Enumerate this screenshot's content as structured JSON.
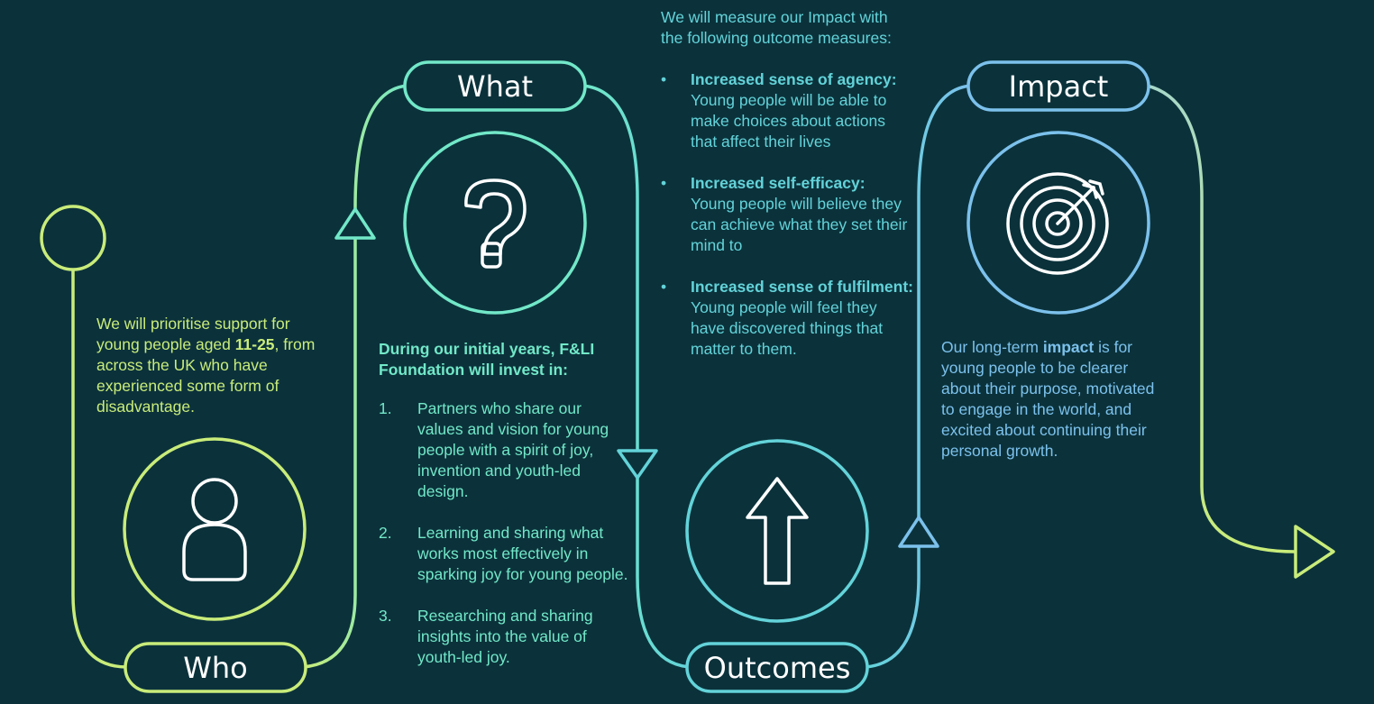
{
  "stages": {
    "who": {
      "label": "Who",
      "text_before": "We will prioritise support for young people aged ",
      "text_bold": "11-25",
      "text_after": ", from across the UK who have experienced some form of disadvantage."
    },
    "what": {
      "label": "What",
      "intro": "During our initial years, F&LI Foundation will invest in:",
      "items": [
        {
          "num": "1.",
          "text": "Partners who share our values and vision for young people with a spirit of joy, invention and youth-led design."
        },
        {
          "num": "2.",
          "text": "Learning and sharing what works most effectively in sparking joy for young people."
        },
        {
          "num": "3.",
          "text": "Researching and sharing insights into the value of youth-led joy."
        }
      ]
    },
    "outcomes": {
      "label": "Outcomes",
      "intro": "We will measure our Impact with the following outcome measures:",
      "bullet": "•",
      "items": [
        {
          "title": "Increased sense of agency:",
          "text": " Young people will be able to make choices about actions that affect their lives"
        },
        {
          "title": "Increased self-efficacy:",
          "text": " Young people will believe they can achieve what they set their mind to"
        },
        {
          "title": "Increased sense of fulfilment:",
          "text": " Young people will feel they have discovered things that matter to them."
        }
      ]
    },
    "impact": {
      "label": "Impact",
      "text_before": "Our long-term ",
      "text_bold": "impact",
      "text_after": " is for young people to be clearer about their purpose, motivated to engage in the world, and excited about continuing their personal growth."
    }
  },
  "icons": {
    "who": "person-icon",
    "what": "question-mark-icon",
    "outcomes": "up-arrow-icon",
    "impact": "target-icon"
  },
  "colors": {
    "background": "#0b323b",
    "who": "#c9ec7a",
    "what": "#72e8c8",
    "outcomes": "#63d3d9",
    "impact": "#7cc1ec",
    "icon": "#ffffff"
  }
}
